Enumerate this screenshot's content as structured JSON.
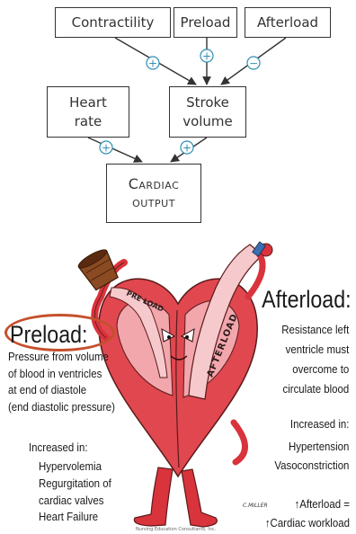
{
  "flow": {
    "contractility": "Contractility",
    "preload": "Preload",
    "afterload": "Afterload",
    "heart_rate": "Heart\nrate",
    "stroke_volume": "Stroke\nvolume",
    "cardiac_line1": "Cardiac",
    "cardiac_line2": "output",
    "signs": {
      "contractility_to_sv": "+",
      "preload_to_sv": "+",
      "afterload_to_sv": "−",
      "hr_to_co": "+",
      "sv_to_co": "+"
    },
    "sign_color": "#2f8fb5"
  },
  "cartoon": {
    "bucket_label": "PRE LOAD",
    "tube_label": "AFTERLOAD",
    "preload_title": "Preload:",
    "preload_desc": "Pressure from volume\nof blood in ventricles\nat end of diastole\n(end diastolic pressure)",
    "preload_increased_title": "Increased in:",
    "preload_increased_items": [
      "Hypervolemia",
      "Regurgitation of",
      "cardiac valves",
      "Heart Failure"
    ],
    "afterload_title": "Afterload:",
    "afterload_desc": "Resistance left\nventricle must\novercome to\ncirculate blood",
    "afterload_increased_title": "Increased in:",
    "afterload_increased_items": [
      "Hypertension",
      "Vasoconstriction"
    ],
    "afterload_equation_line1": "↑Afterload =",
    "afterload_equation_line2": "↑Cardiac workload",
    "artist_signature": "C.MILLER",
    "publisher_note": "Nursing Education Consultants, Inc.",
    "colors": {
      "heart_red": "#e0474f",
      "heart_pink": "#f2a7ad",
      "highlight_oval": "#c5502c",
      "bucket_brown": "#8a4a22"
    }
  }
}
